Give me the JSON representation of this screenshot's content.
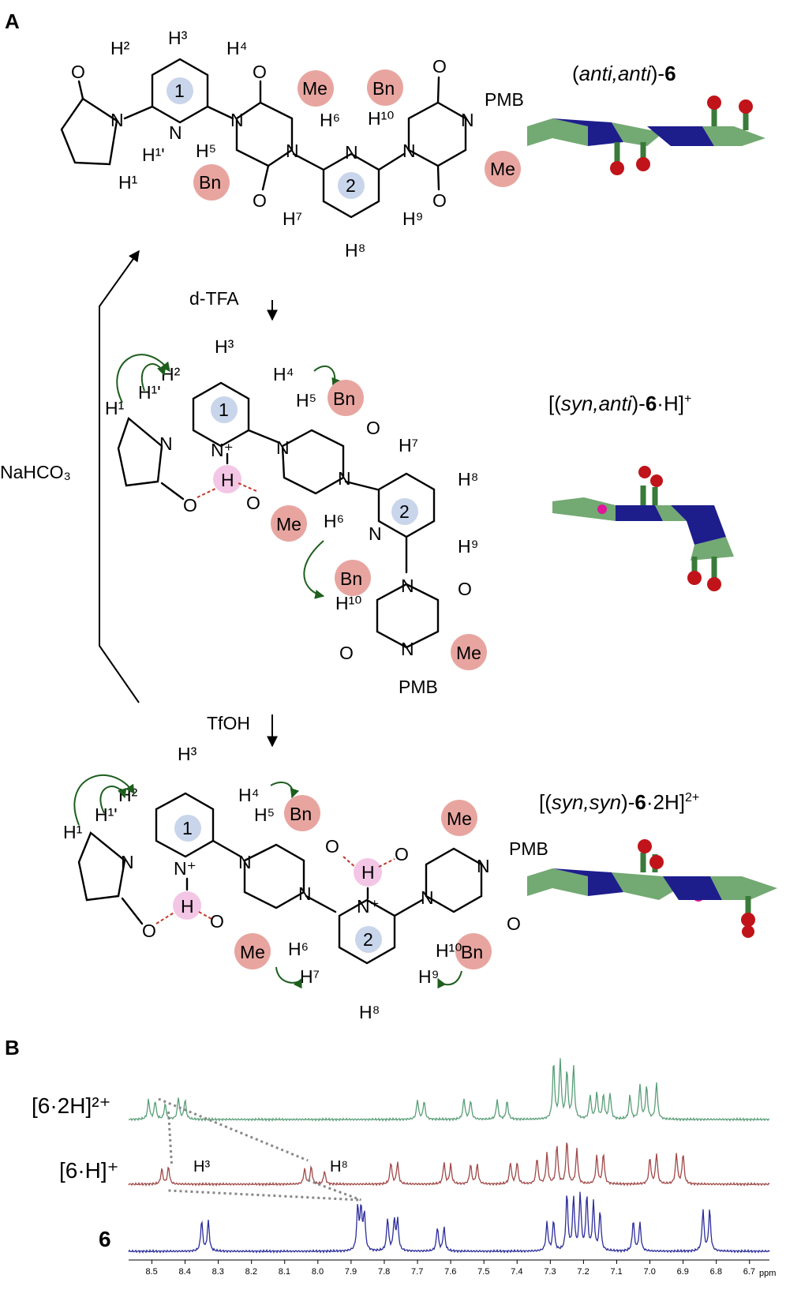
{
  "panels": {
    "a": "A",
    "b": "B"
  },
  "reagents": {
    "step1": "d-TFA",
    "step2": "TfOH",
    "reverse": "NaHCO₃"
  },
  "species": {
    "top": {
      "pre": "(",
      "italic": "anti,anti",
      "post": ")-",
      "bold": "6"
    },
    "mid": {
      "pre": "[(",
      "italic": "syn,anti",
      "post": ")-",
      "bold": "6",
      "tail": "·H]",
      "sup": "+"
    },
    "bot": {
      "pre": "[(",
      "italic": "syn,syn",
      "post": ")-",
      "bold": "6",
      "tail": "·2H]",
      "sup": "2+"
    }
  },
  "groups": {
    "me": "Me",
    "bn": "Bn",
    "pmb": "PMB",
    "ring1": "1",
    "ring2": "2",
    "h": "H",
    "o": "O",
    "n": "N",
    "nplus": "N⁺"
  },
  "protons": {
    "h1": "H¹",
    "h1p": "H¹'",
    "h2": "H²",
    "h3": "H³",
    "h4": "H⁴",
    "h5": "H⁵",
    "h6": "H⁶",
    "h7": "H⁷",
    "h8": "H⁸",
    "h9": "H⁹",
    "h10": "H¹⁰"
  },
  "spectra": {
    "trace_labels": {
      "t1": "[6·2H]²⁺",
      "t2": "[6·H]⁺",
      "t3": "6"
    },
    "peak_labels": {
      "p3": "H³",
      "p8": "H⁸"
    },
    "axis_unit": "ppm",
    "axis_ticks": [
      "8.5",
      "8.4",
      "8.3",
      "8.2",
      "8.1",
      "8.0",
      "7.9",
      "7.8",
      "7.7",
      "7.6",
      "7.5",
      "7.4",
      "7.3",
      "7.2",
      "7.1",
      "7.0",
      "6.9",
      "6.8",
      "6.7"
    ],
    "colors": {
      "t1": "#5a9e78",
      "t2": "#a14848",
      "t3": "#2d2d9c",
      "label_bubble_red": "#e8a5a0",
      "label_bubble_blue": "#c9d5eb",
      "label_bubble_pink": "#f3c6e5"
    }
  },
  "chart_data": [
    {
      "type": "line",
      "name": "[6·2H]²⁺",
      "xlim": [
        8.57,
        6.64
      ],
      "peaks": [
        [
          8.51,
          0.45
        ],
        [
          8.49,
          0.42
        ],
        [
          8.46,
          0.35
        ],
        [
          8.42,
          0.5
        ],
        [
          8.4,
          0.45
        ],
        [
          7.7,
          0.45
        ],
        [
          7.68,
          0.42
        ],
        [
          7.56,
          0.48
        ],
        [
          7.54,
          0.43
        ],
        [
          7.46,
          0.45
        ],
        [
          7.43,
          0.42
        ],
        [
          7.29,
          1.3
        ],
        [
          7.27,
          1.35
        ],
        [
          7.25,
          1.1
        ],
        [
          7.23,
          1.2
        ],
        [
          7.18,
          0.55
        ],
        [
          7.16,
          0.6
        ],
        [
          7.14,
          0.55
        ],
        [
          7.12,
          0.6
        ],
        [
          7.06,
          0.55
        ],
        [
          7.03,
          0.8
        ],
        [
          7.01,
          0.75
        ],
        [
          6.98,
          0.85
        ]
      ]
    },
    {
      "type": "line",
      "name": "[6·H]⁺",
      "xlim": [
        8.57,
        6.64
      ],
      "peaks": [
        [
          8.47,
          0.35
        ],
        [
          8.45,
          0.4
        ],
        [
          8.04,
          0.35
        ],
        [
          8.02,
          0.4
        ],
        [
          7.98,
          0.3
        ],
        [
          7.78,
          0.5
        ],
        [
          7.76,
          0.5
        ],
        [
          7.62,
          0.5
        ],
        [
          7.6,
          0.45
        ],
        [
          7.54,
          0.45
        ],
        [
          7.52,
          0.45
        ],
        [
          7.42,
          0.5
        ],
        [
          7.4,
          0.5
        ],
        [
          7.34,
          0.6
        ],
        [
          7.31,
          0.7
        ],
        [
          7.28,
          0.9
        ],
        [
          7.25,
          1.0
        ],
        [
          7.22,
          0.8
        ],
        [
          7.16,
          0.65
        ],
        [
          7.14,
          0.7
        ],
        [
          7.0,
          0.6
        ],
        [
          6.98,
          0.7
        ],
        [
          6.92,
          0.7
        ],
        [
          6.9,
          0.7
        ]
      ]
    },
    {
      "type": "line",
      "name": "6",
      "xlim": [
        8.57,
        6.64
      ],
      "peaks": [
        [
          8.35,
          0.7
        ],
        [
          8.33,
          0.7
        ],
        [
          7.88,
          1.0
        ],
        [
          7.87,
          0.95
        ],
        [
          7.86,
          0.85
        ],
        [
          7.79,
          0.75
        ],
        [
          7.77,
          0.7
        ],
        [
          7.76,
          0.7
        ],
        [
          7.64,
          0.55
        ],
        [
          7.62,
          0.55
        ],
        [
          7.31,
          0.65
        ],
        [
          7.29,
          0.7
        ],
        [
          7.25,
          1.3
        ],
        [
          7.23,
          1.2
        ],
        [
          7.21,
          1.3
        ],
        [
          7.19,
          1.25
        ],
        [
          7.17,
          1.1
        ],
        [
          7.15,
          0.9
        ],
        [
          7.05,
          0.7
        ],
        [
          7.03,
          0.65
        ],
        [
          6.84,
          0.95
        ],
        [
          6.82,
          0.95
        ]
      ]
    }
  ]
}
